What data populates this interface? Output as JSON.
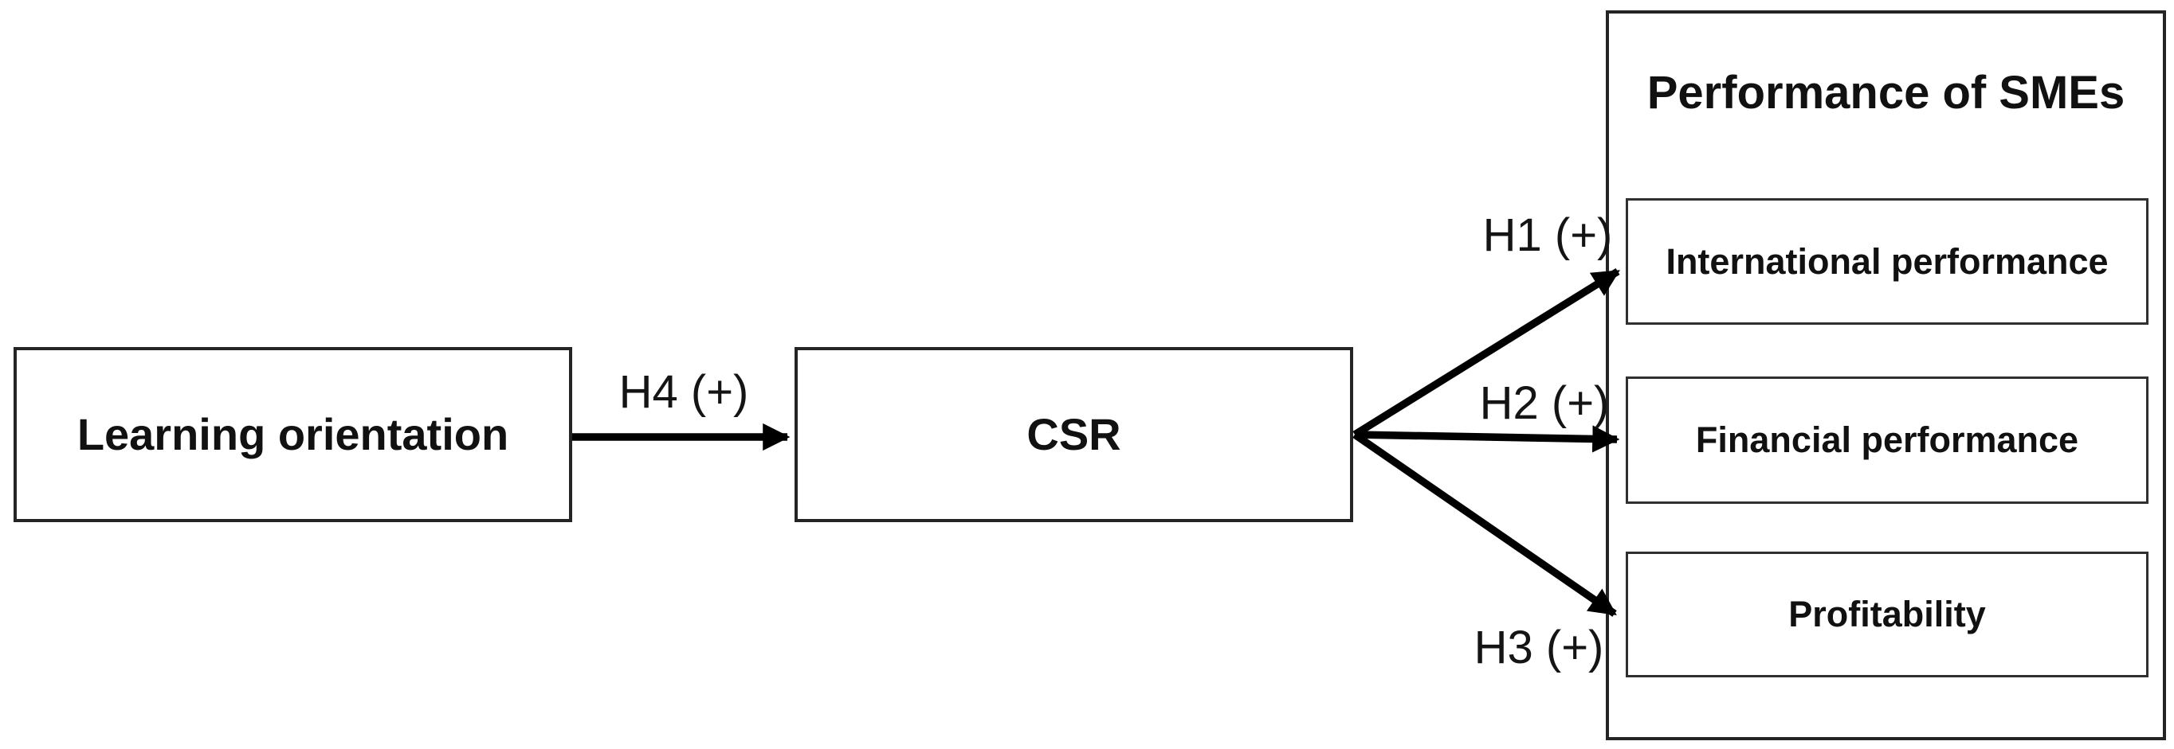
{
  "diagram": {
    "nodes": {
      "learning": {
        "label": "Learning orientation"
      },
      "csr": {
        "label": "CSR"
      },
      "performance_group": {
        "title": "Performance of SMEs"
      },
      "international": {
        "label": "International performance"
      },
      "financial": {
        "label": "Financial performance"
      },
      "profitability": {
        "label": "Profitability"
      }
    },
    "edges": [
      {
        "id": "H1",
        "label": "H1 (+)",
        "from": "csr",
        "to": "international"
      },
      {
        "id": "H2",
        "label": "H2 (+)",
        "from": "csr",
        "to": "financial"
      },
      {
        "id": "H3",
        "label": "H3 (+)",
        "from": "csr",
        "to": "profitability"
      },
      {
        "id": "H4",
        "label": "H4 (+)",
        "from": "learning",
        "to": "csr"
      }
    ],
    "colors": {
      "background": "#ffffff",
      "border": "#242424",
      "inner_border": "#303030",
      "arrow": "#000000",
      "text": "#111111"
    }
  }
}
